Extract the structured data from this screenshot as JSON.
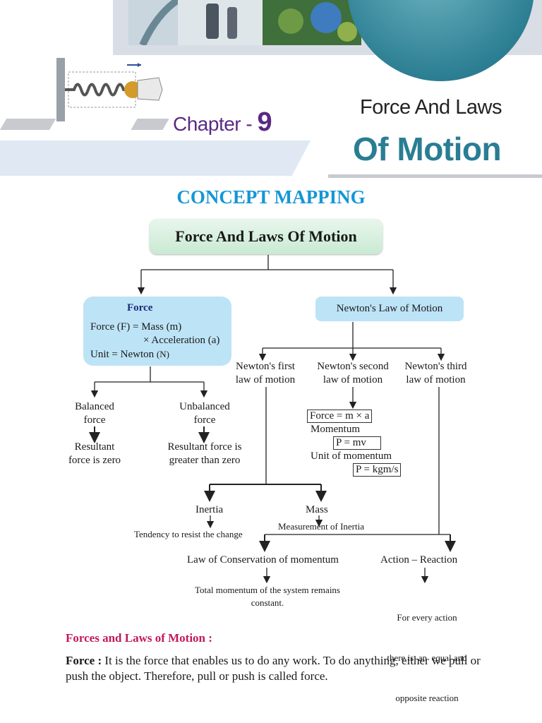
{
  "header": {
    "chapter_label": "Chapter -",
    "chapter_number": "9",
    "title_line1": "Force And Laws",
    "title_line2": "Of Motion"
  },
  "concept_heading": "CONCEPT MAPPING",
  "map": {
    "root": "Force And Laws Of Motion",
    "force": {
      "title": "Force",
      "formula_line1": "Force (F) = Mass (m)",
      "formula_line2": "× Acceleration (a)",
      "unit_line": "Unit = Newton",
      "unit_symbol": "(N)"
    },
    "newton": "Newton's Law of Motion",
    "first_law": [
      "Newton's first",
      "law of motion"
    ],
    "second_law": [
      "Newton's second",
      "law of motion"
    ],
    "third_law": [
      "Newton's third",
      "law of motion"
    ],
    "balanced": [
      "Balanced",
      "force"
    ],
    "unbalanced": [
      "Unbalanced",
      "force"
    ],
    "resultant_zero": [
      "Resultant",
      "force is zero"
    ],
    "resultant_greater": [
      "Resultant force is",
      "greater than zero"
    ],
    "second_details": {
      "force_eq": "Force = m × a",
      "momentum_label": "Momentum",
      "p_eq": "P = mv",
      "unit_label": "Unit of momentum",
      "p_unit": "P = kgm/s"
    },
    "inertia": "Inertia",
    "mass": "Mass",
    "inertia_desc": "Tendency to resist the change",
    "mass_desc": "Measurement of Inertia",
    "conservation": "Law of Conservation of momentum",
    "action_reaction": "Action – Reaction",
    "conservation_desc": [
      "Total momentum of the system remains",
      "constant."
    ],
    "action_desc": [
      "For every action",
      "there is  an  equal and",
      "opposite reaction"
    ]
  },
  "body": {
    "section_heading": "Forces and Laws of Motion :",
    "force_term": "Force :",
    "force_text": " It is the force that enables us to do any work. To do anything, either we pull or push the object. Therefore, pull or push is called force."
  }
}
